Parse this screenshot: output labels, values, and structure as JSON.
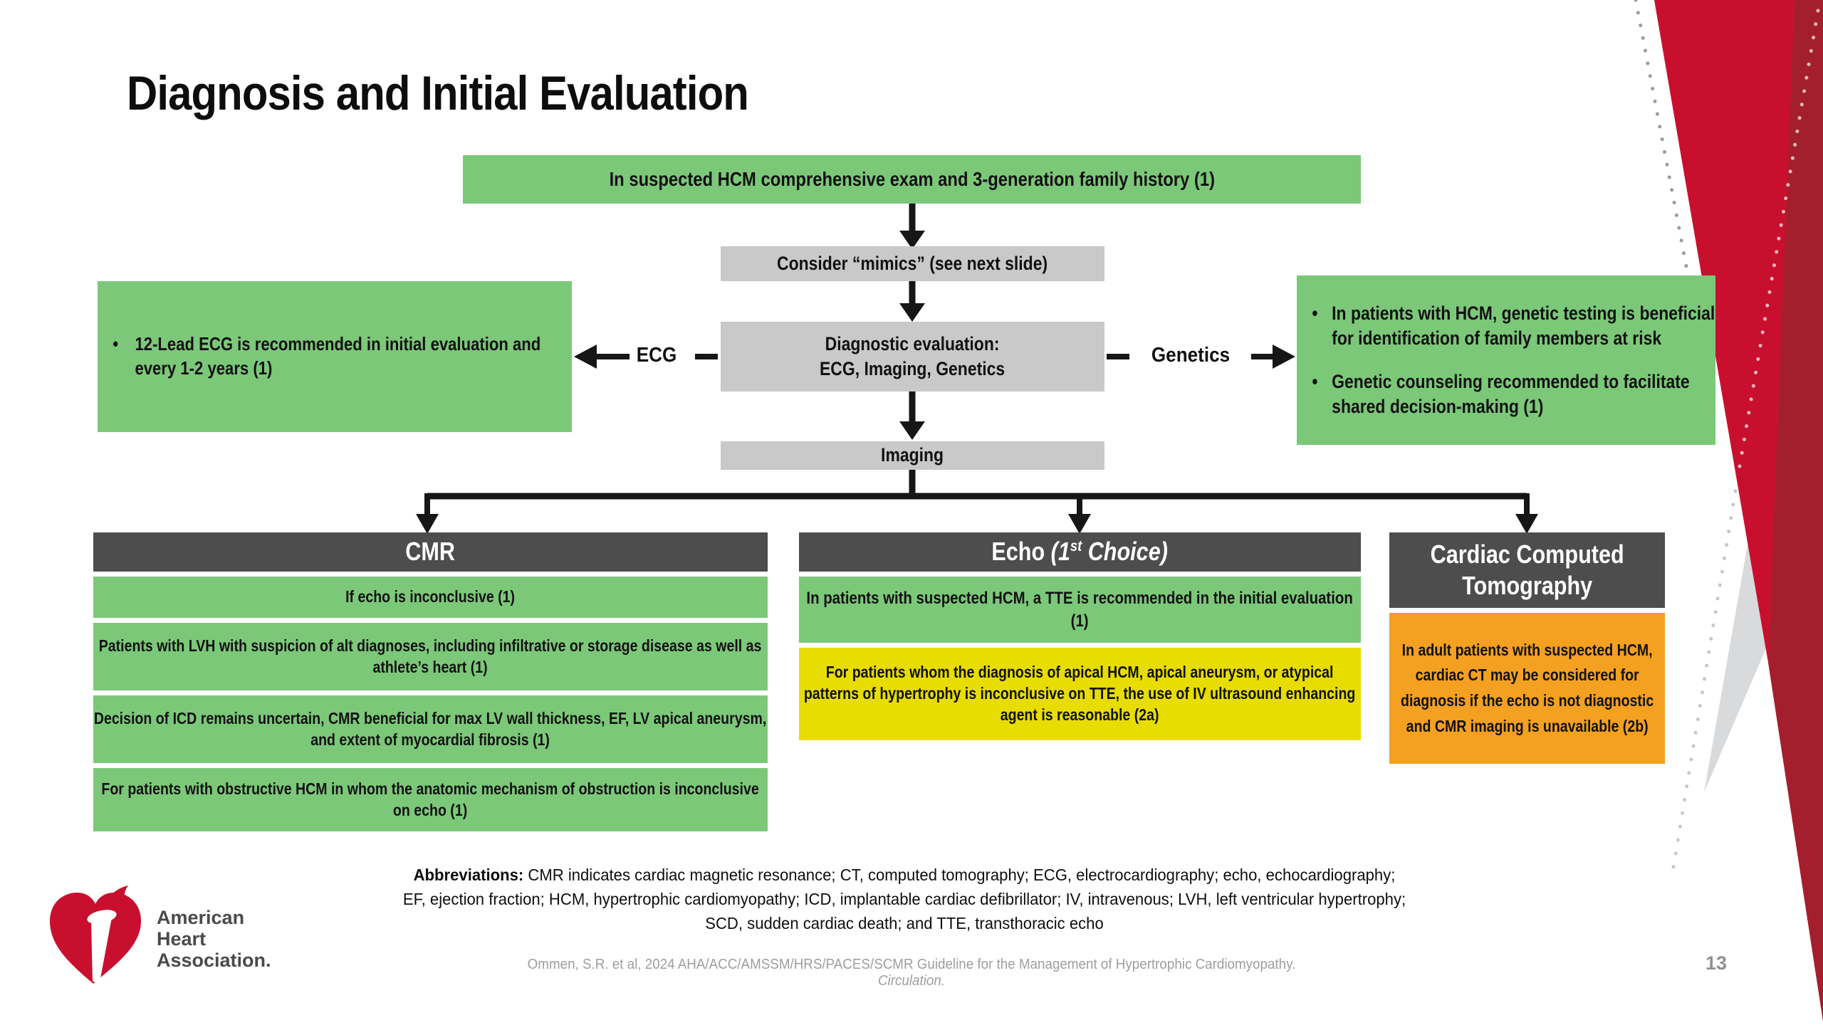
{
  "slide": {
    "title": "Diagnosis and Initial Evaluation",
    "page_number": "13",
    "citation_text": "Ommen, S.R. et al, 2024 AHA/ACC/AMSSM/HRS/PACES/SCMR Guideline for the Management of Hypertrophic Cardiomyopathy. ",
    "citation_journal": "Circulation.",
    "abbreviations_label": "Abbreviations:",
    "abbreviations_text": " CMR indicates cardiac magnetic resonance; CT, computed tomography; ECG, electrocardiography; echo, echocardiography; EF, ejection fraction; HCM, hypertrophic cardiomyopathy; ICD, implantable cardiac defibrillator; IV, intravenous; LVH, left ventricular hypertrophy; SCD, sudden cardiac death; and TTE, transthoracic echo"
  },
  "flow": {
    "bullet_char": "•",
    "top_box": "In suspected HCM comprehensive exam and 3-generation family history (1)",
    "mimics_box": "Consider “mimics” (see next slide)",
    "diagnostic_line1": "Diagnostic evaluation:",
    "diagnostic_line2": "ECG, Imaging, Genetics",
    "imaging_box": "Imaging",
    "ecg_label": "ECG",
    "genetics_label": "Genetics",
    "ecg_bullet": "12-Lead ECG is recommended in initial evaluation and every 1-2 years (1)",
    "genetics_bullets": [
      "In patients with HCM, genetic testing is beneficial for identification of family members at risk",
      "Genetic counseling recommended to facilitate shared decision-making (1)"
    ],
    "columns": {
      "cmr": {
        "header": "CMR",
        "rows": [
          "If echo is inconclusive (1)",
          "Patients with LVH with suspicion of alt diagnoses, including infiltrative or storage disease as well as athlete’s heart (1)",
          "Decision of ICD remains uncertain, CMR beneficial for max LV wall thickness, EF, LV apical aneurysm, and extent of myocardial fibrosis (1)",
          "For patients with obstructive HCM in whom the anatomic mechanism of obstruction is inconclusive on echo (1)"
        ]
      },
      "echo": {
        "header_prefix": "Echo ",
        "header_italic_open": "(1",
        "header_sup": "st",
        "header_italic_close": " Choice)",
        "green_row": "In patients with suspected HCM, a TTE is recommended in the initial evaluation (1)",
        "yellow_row": "For patients whom the diagnosis of apical HCM, apical aneurysm, or atypical patterns of hypertrophy is inconclusive on TTE, the use of IV ultrasound enhancing agent is reasonable (2a)"
      },
      "ct": {
        "header": "Cardiac Computed Tomography",
        "orange_row": "In adult patients with suspected HCM, cardiac CT may be considered for diagnosis if the echo is not diagnostic and CMR imaging is unavailable (2b)"
      }
    }
  },
  "logo": {
    "line1": "American",
    "line2": "Heart",
    "line3": "Association."
  },
  "colors": {
    "green": "#7cc879",
    "gray_box": "#c9c9c9",
    "header_gray": "#4d4d4d",
    "yellow": "#e8dd00",
    "orange": "#f4a020",
    "brand_red": "#c8102e",
    "dark_red": "#a31f2d"
  }
}
